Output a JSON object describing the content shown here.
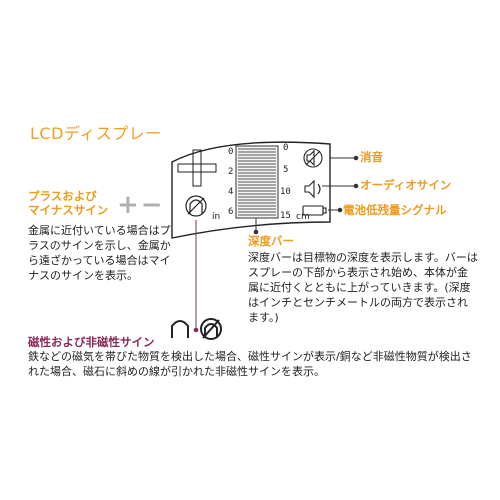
{
  "title": "LCDディスプレー",
  "lcd": {
    "scale_left": [
      "0",
      "2",
      "4",
      "6"
    ],
    "scale_right": [
      "0",
      "5",
      "10",
      "15"
    ],
    "unit_in": "in",
    "unit_cm": "cm"
  },
  "labels": {
    "mute": "消音",
    "audio_sign": "オーディオサイン",
    "battery_low": "電池低残量シグナル",
    "plus_minus_line1": "プラスおよび",
    "plus_minus_line2": "マイナスサイン",
    "depth_bar": "深度バー",
    "magnetic": "磁性および非磁性サイン"
  },
  "descriptions": {
    "plus_minus": "金属に近付いている場合はプラスのサインを示し、金属から遠ざかっている場合はマイナスのサインを表示。",
    "depth_bar": "深度バーは目標物の深度を表示します。バーはスプレーの下部から表示され始め、本体が金属に近付くとともに上がっていきます。(深度はインチとセンチメートルの両方で表示されます。)",
    "magnetic": "鉄などの磁気を帯びた物質を検出した場合、磁性サインが表示/銅など非磁性物質が検出された場合、磁石に斜めの線が引かれた非磁性サインを表示。"
  },
  "icons": {
    "plus_minus_symbol": "+−",
    "accent_orange": "#f09a1e",
    "accent_purple": "#8a2a5a"
  }
}
